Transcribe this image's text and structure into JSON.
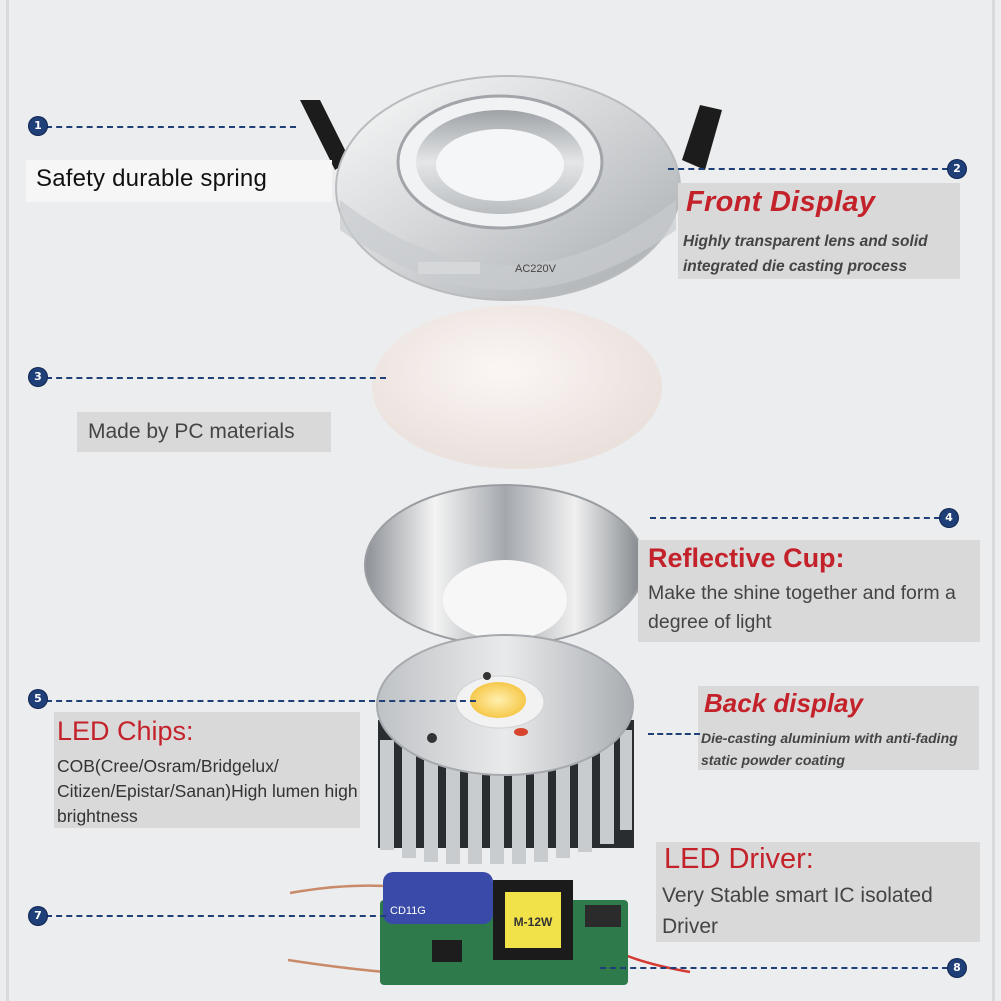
{
  "callouts": [
    {
      "number": "1",
      "label": "Safety durable spring"
    },
    {
      "number": "2",
      "title": "Front Display",
      "description": "Highly transparent lens and solid integrated die casting process"
    },
    {
      "number": "3",
      "label": "Made by PC materials"
    },
    {
      "number": "4",
      "title": "Reflective Cup:",
      "description": "Make the shine together and form a degree of light"
    },
    {
      "number": "5",
      "title": "LED Chips:",
      "description": "COB(Cree/Osram/Bridgelux/ Citizen/Epistar/Sanan)High lumen high brightness"
    },
    {
      "title": "Back display",
      "description": "Die-casting aluminium with anti-fading static powder coating"
    },
    {
      "number": "7",
      "title": "LED Driver:",
      "description": "Very Stable smart IC isolated Driver"
    },
    {
      "number": "8"
    }
  ],
  "product_markings": {
    "housing_voltage": "AC220V",
    "capacitor": "CD11G",
    "transformer": "M-12W"
  },
  "colors": {
    "accent_red": "#c4222a",
    "badge_blue": "#1f3f78",
    "panel_gray": "#d9d9da"
  }
}
